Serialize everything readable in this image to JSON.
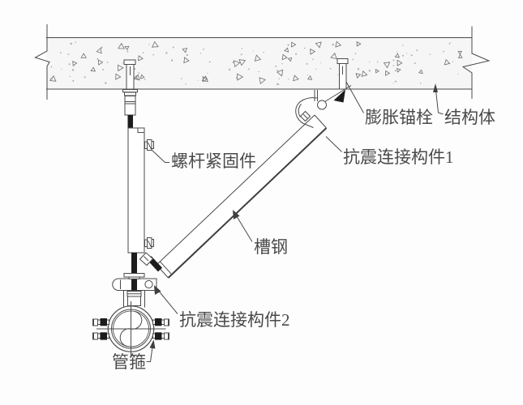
{
  "diagram": {
    "type": "seismic-pipe-bracing-detail",
    "labels": {
      "rod_fastener": "螺杆紧固件",
      "expansion_anchor": "膨胀锚栓",
      "structure_body": "结构体",
      "seismic_connector_1": "抗震连接构件1",
      "channel_steel": "槽钢",
      "seismic_connector_2": "抗震连接构件2",
      "pipe_clamp": "管箍"
    },
    "colors": {
      "line": "#4a4a4a",
      "text": "#4a4a4a",
      "solid_fill": "#1c1c1c",
      "concrete_fill": "#f6f6f6",
      "background": "#fdfdfd"
    }
  }
}
